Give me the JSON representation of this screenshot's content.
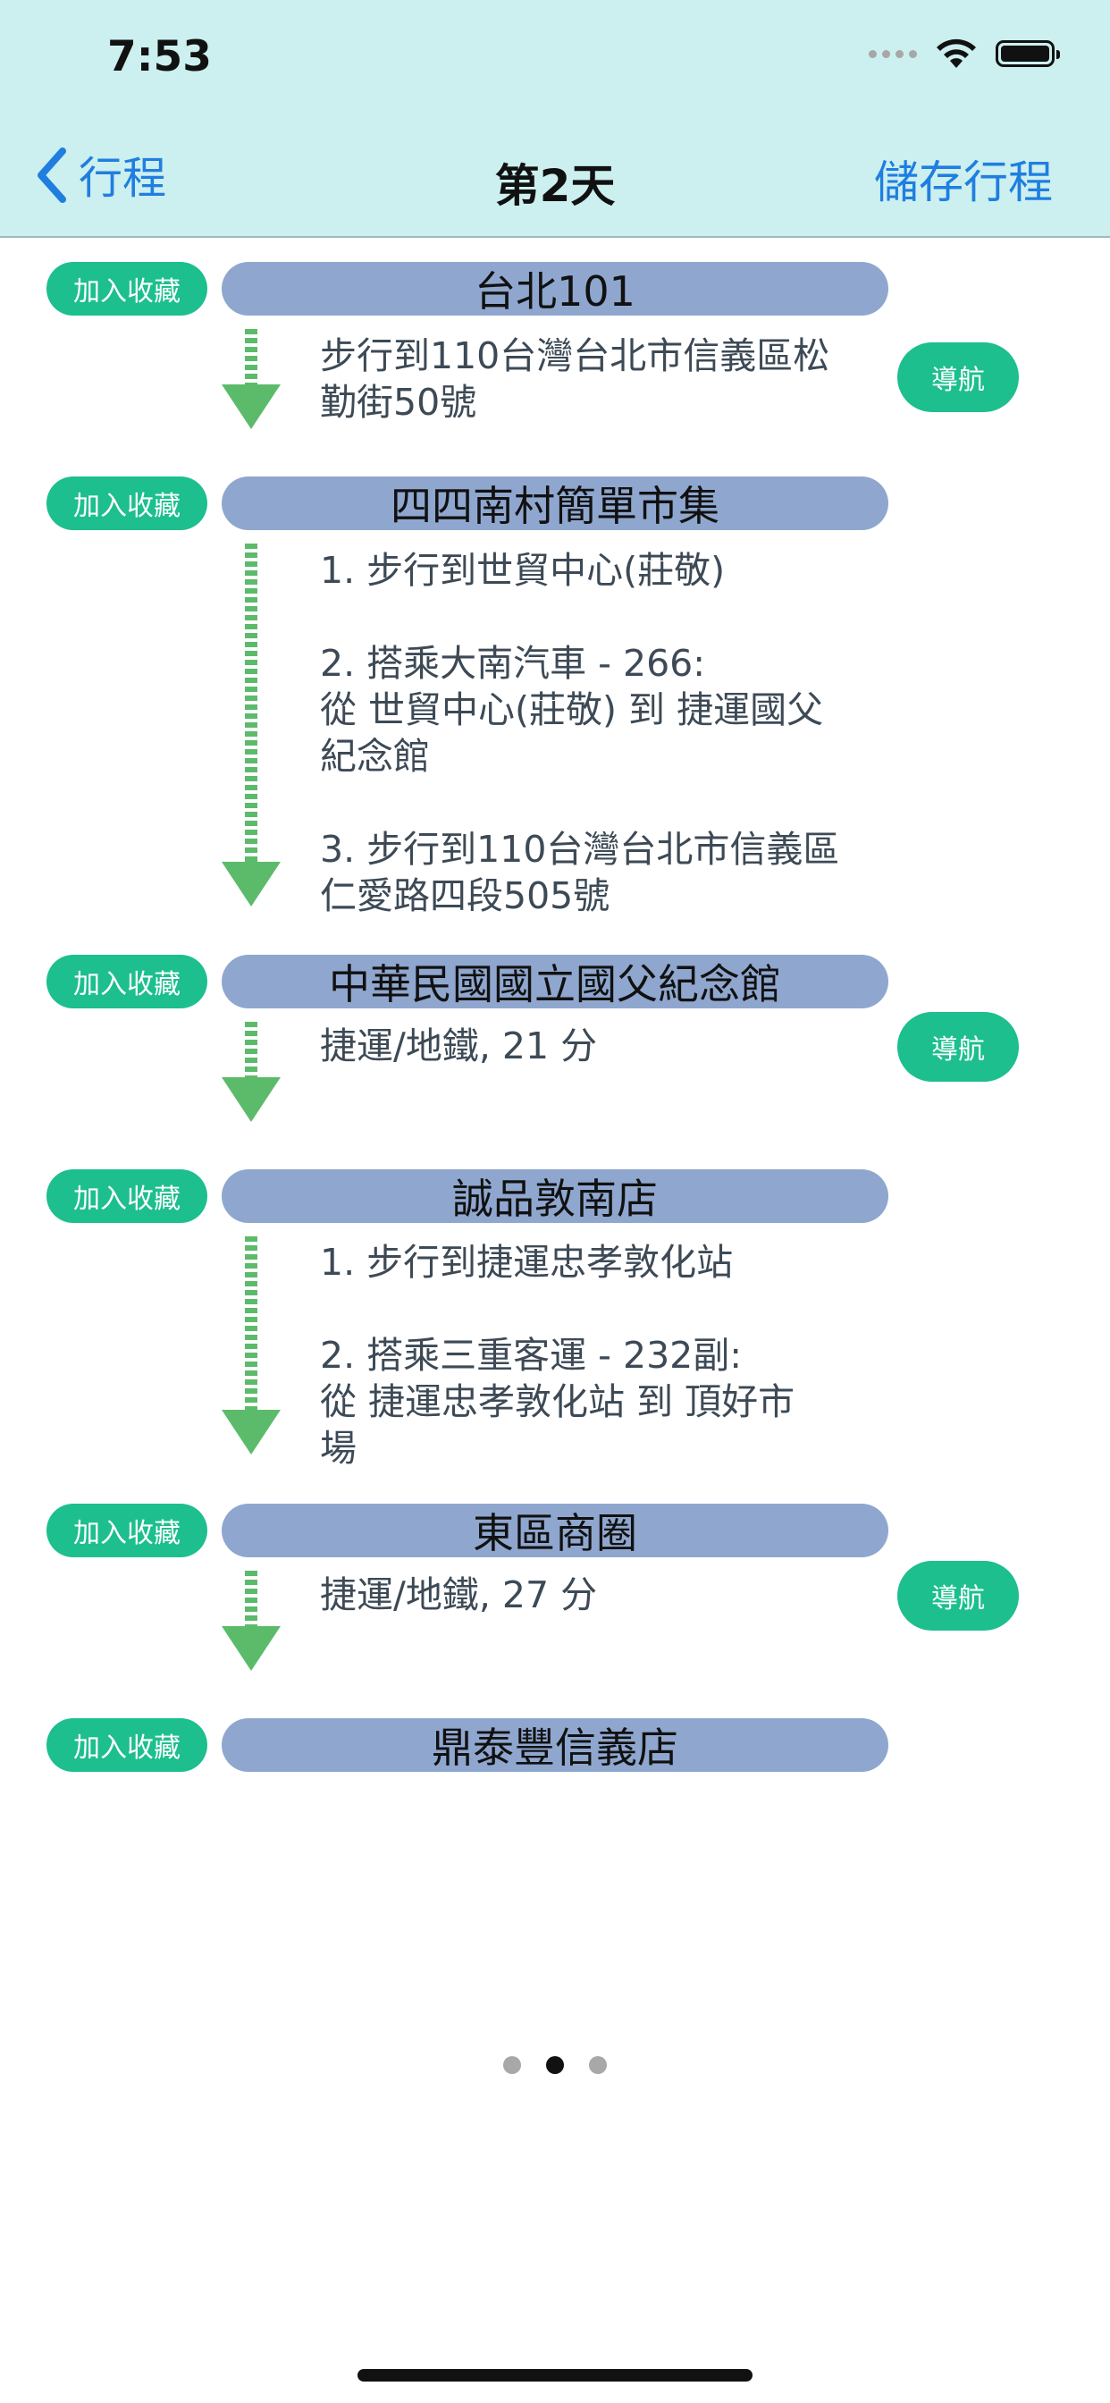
{
  "status_bar": {
    "time": "7:53"
  },
  "nav": {
    "back_label": "行程",
    "title": "第2天",
    "save_label": "儲存行程"
  },
  "fav_label": "加入收藏",
  "navigate_label": "導航",
  "stops": [
    {
      "name": "台北101"
    },
    {
      "name": "四四南村簡單市集"
    },
    {
      "name": "中華民國國立國父紀念館"
    },
    {
      "name": "誠品敦南店"
    },
    {
      "name": "東區商圈"
    },
    {
      "name": "鼎泰豐信義店"
    }
  ],
  "routes": [
    {
      "line1": "步行到110台灣台北市信義區松",
      "line2": "勤街50號"
    },
    {
      "step1": "1. 步行到世貿中心(莊敬)",
      "step2_line1": "2. 搭乘大南汽車 - 266:",
      "step2_line2": " 從 世貿中心(莊敬) 到 捷運國父",
      "step2_line3": "紀念館",
      "step3_line1": "3. 步行到110台灣台北市信義區",
      "step3_line2": "仁愛路四段505號"
    },
    {
      "line1": "捷運/地鐵, 21 分"
    },
    {
      "step1": "1. 步行到捷運忠孝敦化站",
      "step2_line1": "2. 搭乘三重客運 - 232副:",
      "step2_line2": " 從 捷運忠孝敦化站 到 頂好市",
      "step2_line3": "場"
    },
    {
      "line1": "捷運/地鐵, 27 分"
    }
  ],
  "pagination": {
    "total": 3,
    "current": 2
  }
}
